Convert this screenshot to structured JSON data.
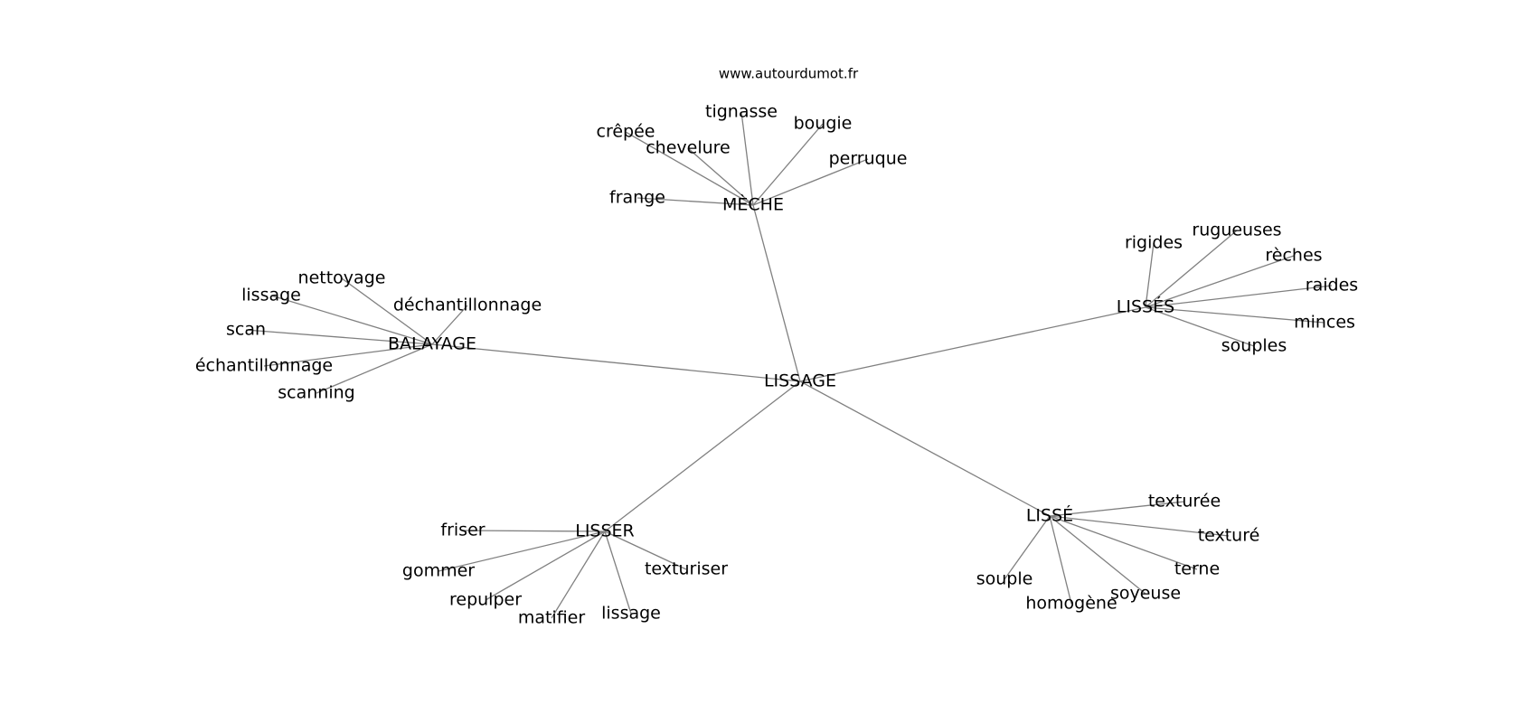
{
  "site": "www.autourdumot.fr",
  "colors": {
    "edge": "#808080",
    "text": "#000000",
    "background": "#ffffff"
  },
  "center": "LISSAGE",
  "groups": [
    {
      "id": "meche",
      "label": "MÈCHE",
      "leaves": [
        "tignasse",
        "bougie",
        "crêpée",
        "chevelure",
        "perruque",
        "frange"
      ]
    },
    {
      "id": "lisses",
      "label": "LISSÉS",
      "leaves": [
        "rigides",
        "rugueuses",
        "rèches",
        "raides",
        "minces",
        "souples"
      ]
    },
    {
      "id": "balayage",
      "label": "BALAYAGE",
      "leaves": [
        "nettoyage",
        "lissage",
        "déchantillonnage",
        "scan",
        "échantillonnage",
        "scanning"
      ]
    },
    {
      "id": "lisser",
      "label": "LISSER",
      "leaves": [
        "friser",
        "gommer",
        "texturiser",
        "repulper",
        "matifier",
        "lissage"
      ]
    },
    {
      "id": "lisse",
      "label": "LISSÉ",
      "leaves": [
        "texturée",
        "texturé",
        "terne",
        "souple",
        "soyeuse",
        "homogène"
      ]
    }
  ]
}
